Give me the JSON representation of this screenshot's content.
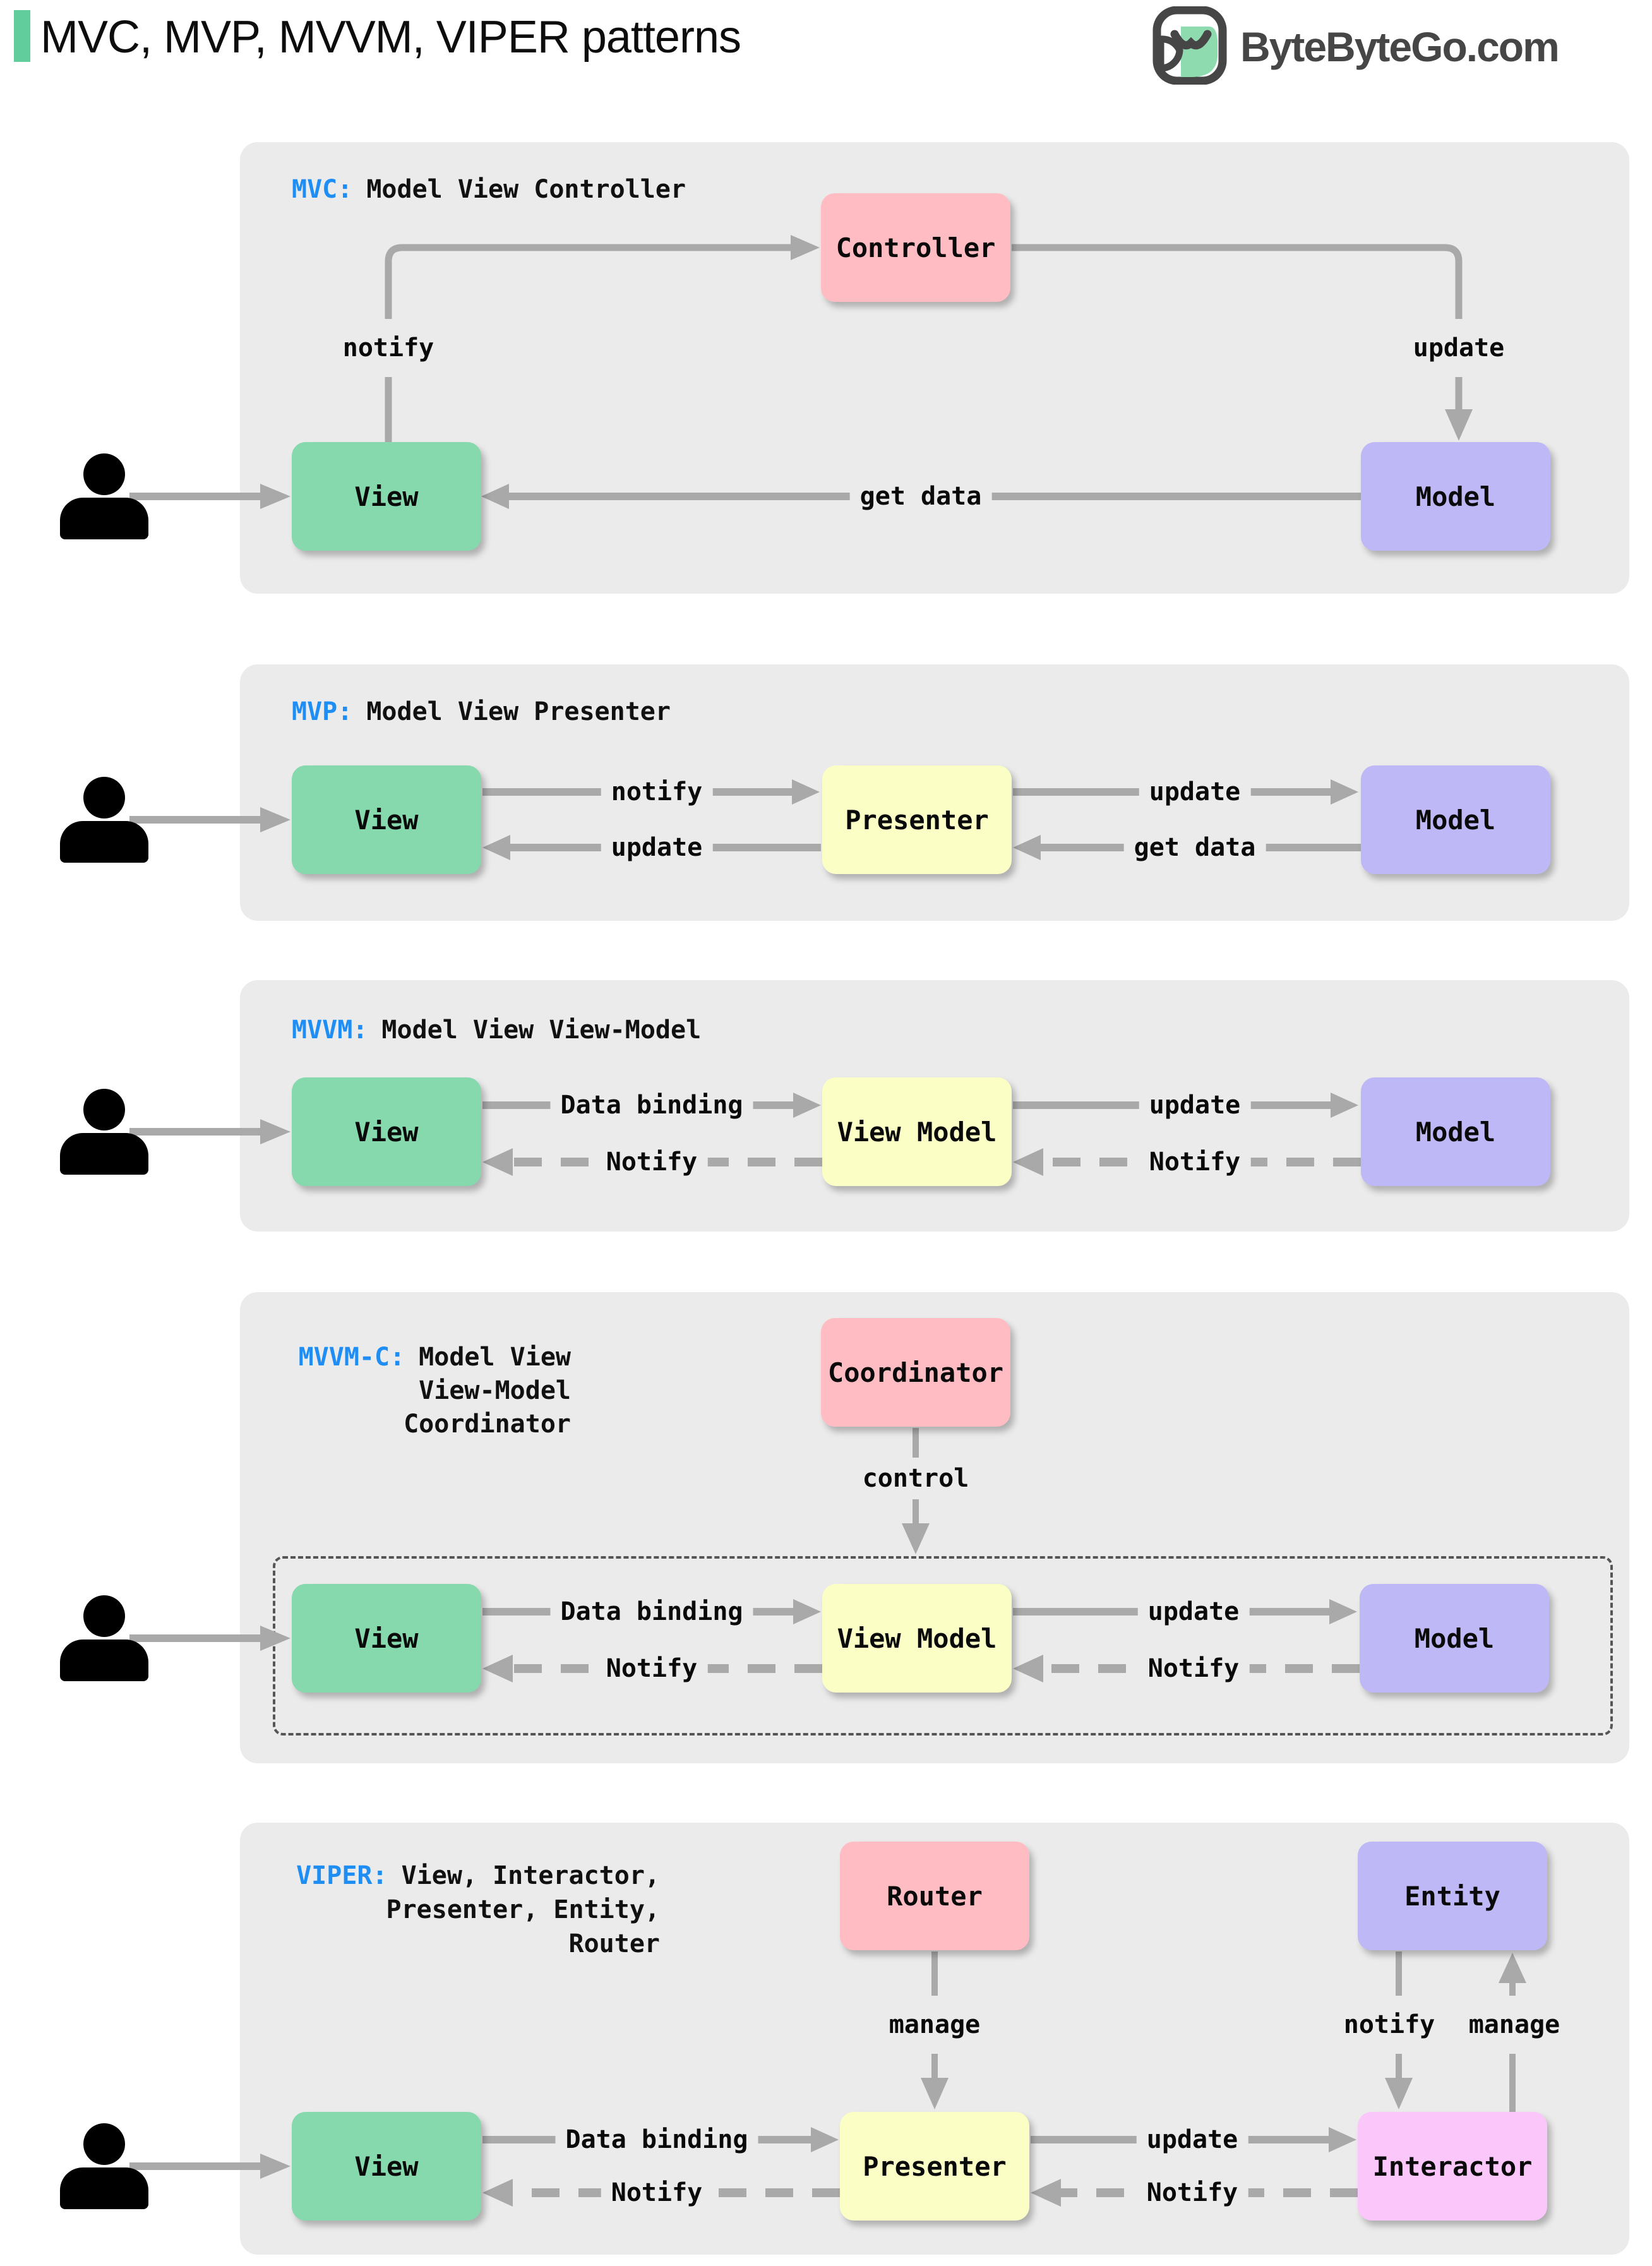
{
  "header": {
    "title": "MVC, MVP, MVVM, VIPER patterns",
    "logo_text": "ByteByteGo.com"
  },
  "palette": {
    "accent_bar": "#62cd9c",
    "panel_bg": "#ebebeb",
    "tag_blue": "#1e8ef5",
    "arrow_gray": "#a9a9a9",
    "box_green": "#85d9ad",
    "box_pink": "#ffbdc3",
    "box_purple": "#bfb8f7",
    "box_yellow": "#fbffc6",
    "box_magenta": "#fbc6fa",
    "logo_dark": "#464646",
    "logo_green": "#8edbb0"
  },
  "sections": [
    {
      "tag": "MVC:",
      "title": "Model View Controller",
      "boxes": {
        "view": "View",
        "controller": "Controller",
        "model": "Model"
      },
      "edges": {
        "notify": "notify",
        "update": "update",
        "get_data": "get data"
      }
    },
    {
      "tag": "MVP:",
      "title": "Model View Presenter",
      "boxes": {
        "view": "View",
        "presenter": "Presenter",
        "model": "Model"
      },
      "edges": {
        "notify": "notify",
        "update_model": "update",
        "update_view": "update",
        "get_data": "get data"
      }
    },
    {
      "tag": "MVVM:",
      "title": "Model View View-Model",
      "boxes": {
        "view": "View",
        "view_model": "View Model",
        "model": "Model"
      },
      "edges": {
        "data_binding": "Data binding",
        "update": "update",
        "notify_view": "Notify",
        "notify_vm": "Notify"
      }
    },
    {
      "tag": "MVVM-C:",
      "title_lines": [
        "Model View",
        "View-Model",
        "Coordinator"
      ],
      "boxes": {
        "coordinator": "Coordinator",
        "view": "View",
        "view_model": "View Model",
        "model": "Model"
      },
      "edges": {
        "control": "control",
        "data_binding": "Data binding",
        "update": "update",
        "notify_view": "Notify",
        "notify_vm": "Notify"
      }
    },
    {
      "tag": "VIPER:",
      "title_lines": [
        "View, Interactor,",
        "Presenter, Entity,",
        "Router"
      ],
      "boxes": {
        "router": "Router",
        "entity": "Entity",
        "view": "View",
        "presenter": "Presenter",
        "interactor": "Interactor"
      },
      "edges": {
        "manage": "manage",
        "notify": "notify",
        "manage_up": "manage",
        "data_binding": "Data binding",
        "update": "update",
        "notify_view": "Notify",
        "notify_presenter": "Notify"
      }
    }
  ]
}
